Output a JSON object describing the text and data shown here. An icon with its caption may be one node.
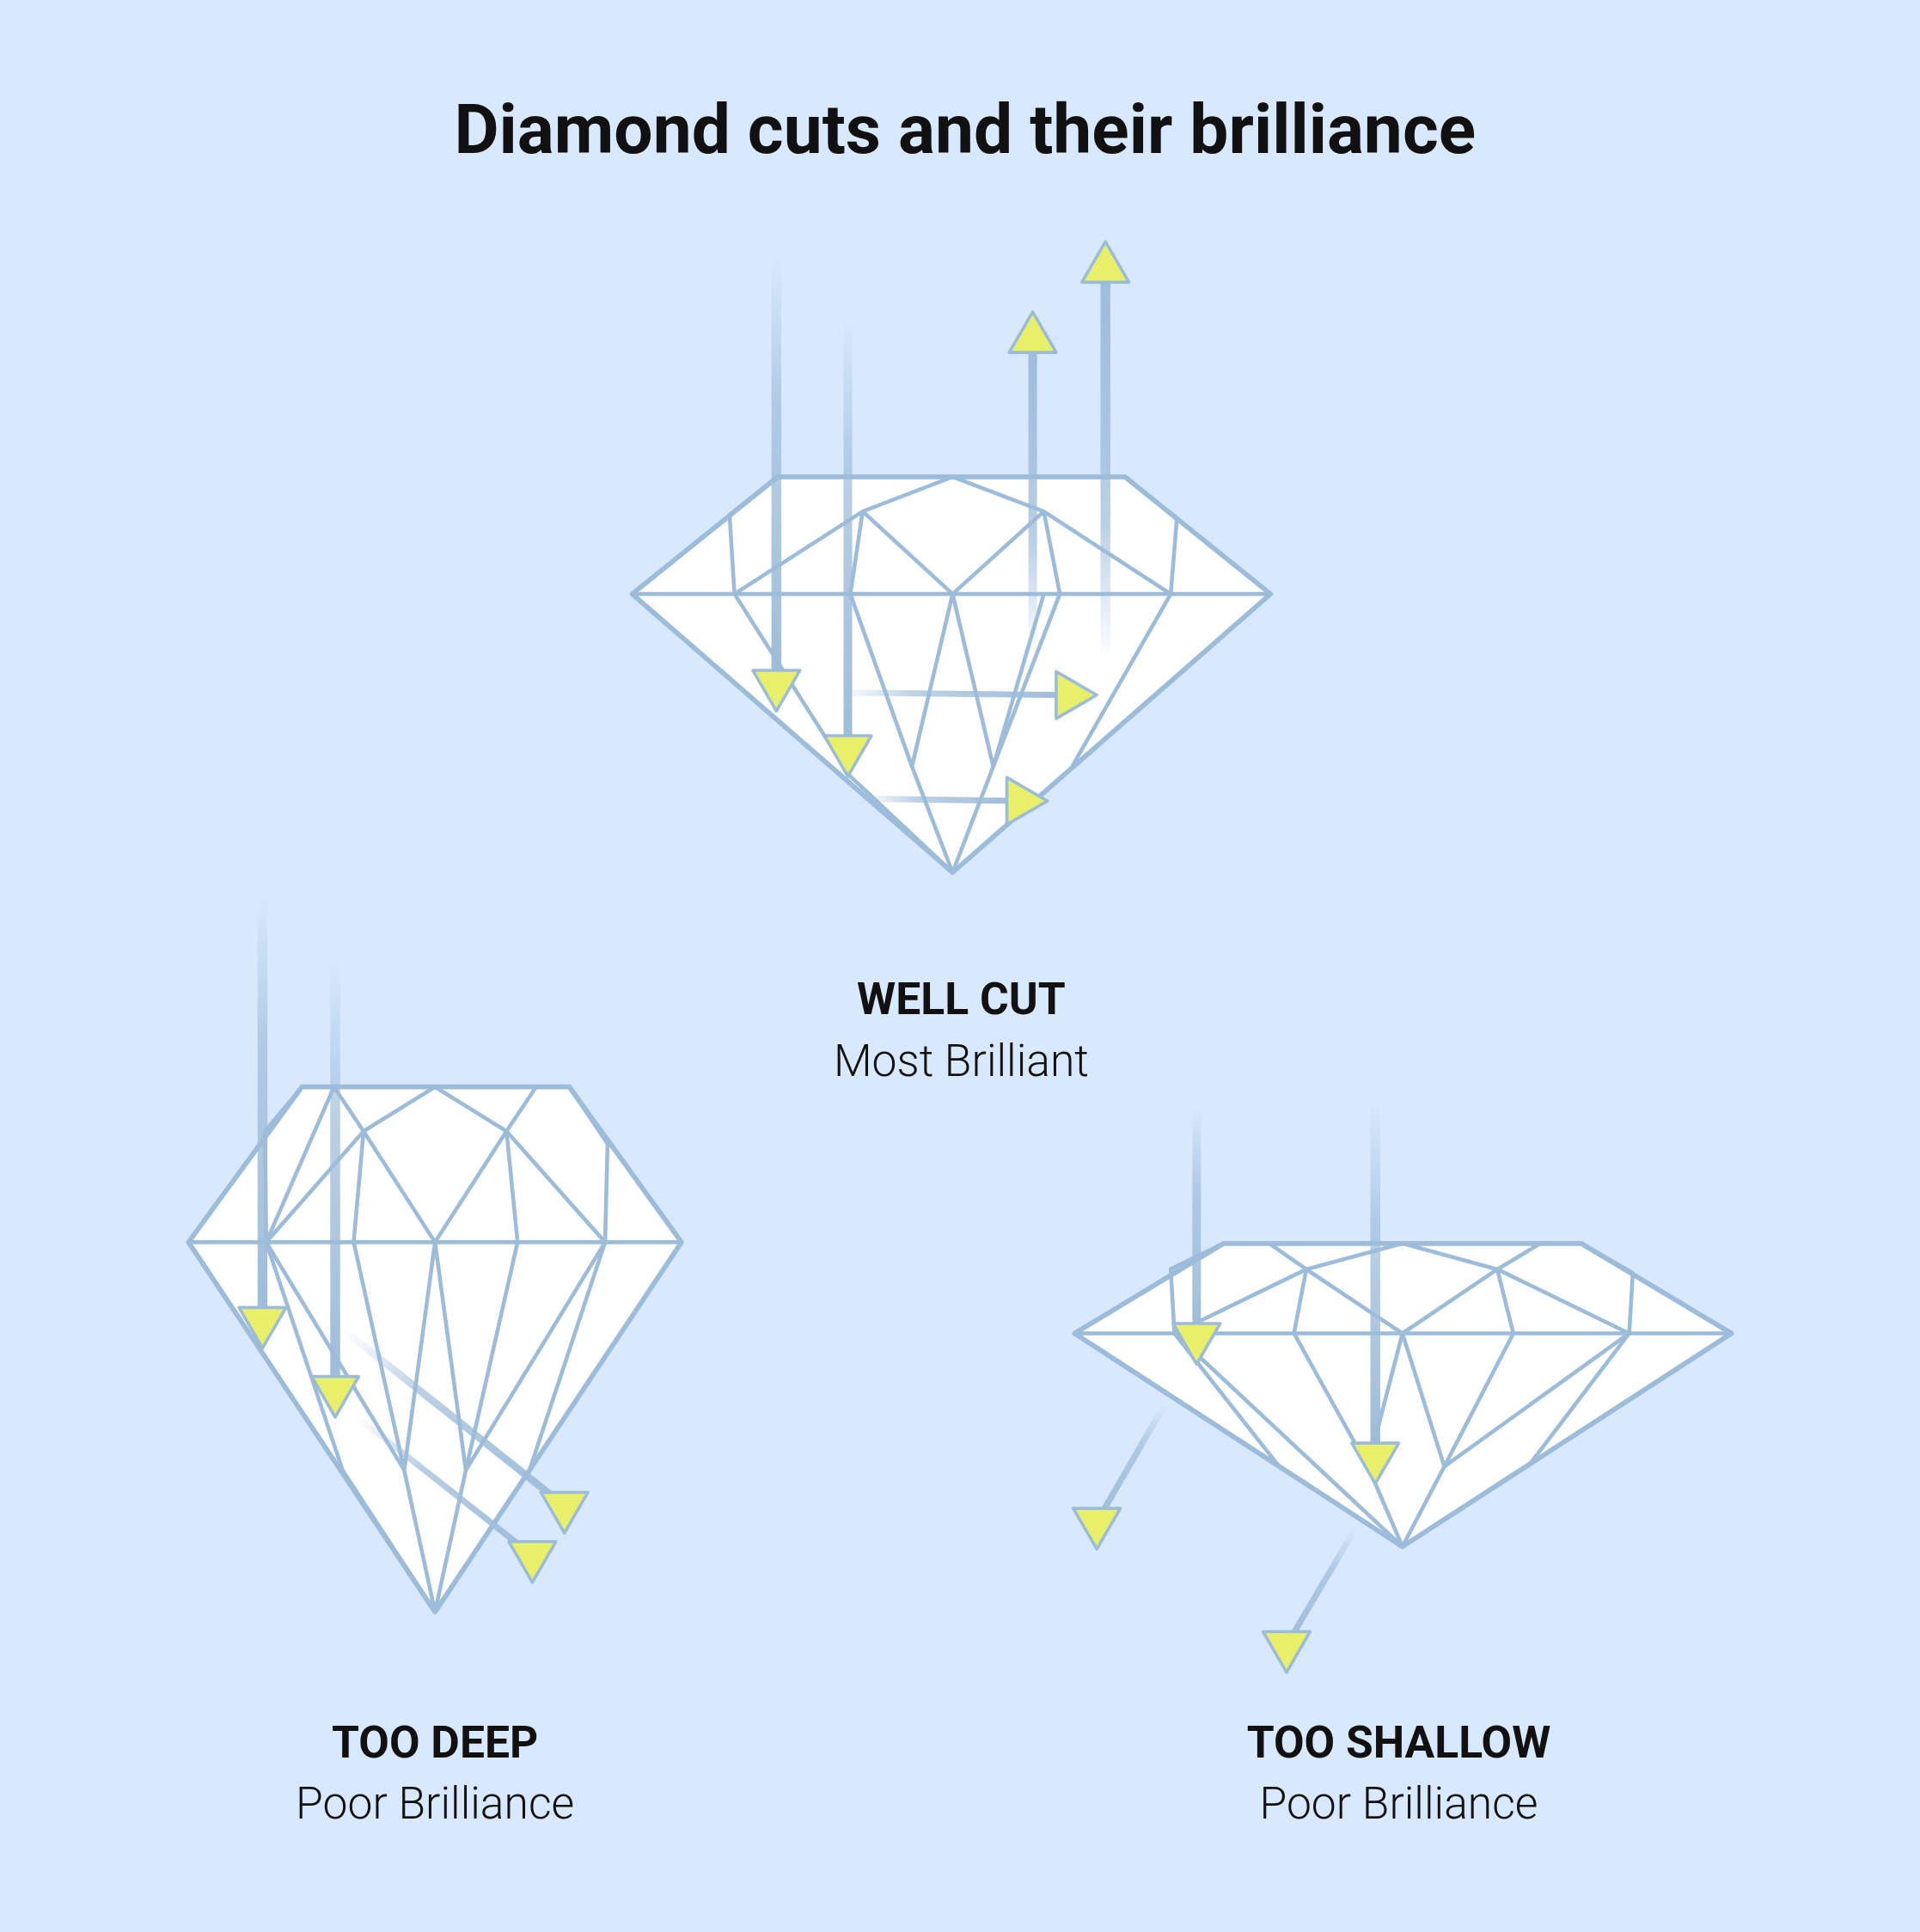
{
  "diagram": {
    "title": "Diamond cuts and their brilliance",
    "labels": [
      "WELL CUT",
      "Most Brilliant",
      "TOO DEEP",
      "Poor Brilliance",
      "TOO SHALLOW",
      "Poor Brilliance"
    ]
  }
}
